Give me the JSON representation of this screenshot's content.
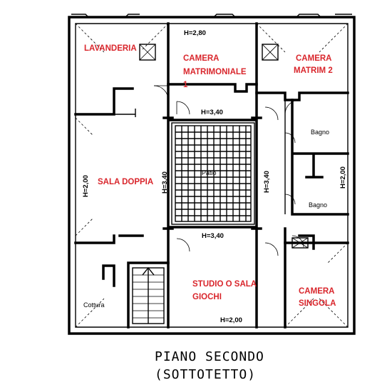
{
  "rooms": {
    "lavanderia": "LAVANDERIA",
    "camera_matrimoniale_1": [
      "CAMERA",
      "MATRIMONIALE",
      "1"
    ],
    "camera_matrim_2": [
      "CAMERA",
      "MATRIM 2"
    ],
    "sala_doppia": "SALA DOPPIA",
    "studio": [
      "STUDIO O SALA",
      "GIOCHI"
    ],
    "camera_singola": [
      "CAMERA",
      "SINGOLA"
    ],
    "patio": "Patio",
    "bagno_1": "Bagno",
    "bagno_2": "Bagno",
    "cottura": "Cottura"
  },
  "heights": {
    "h_top": "H=2,80",
    "h_patio_top": "H=3,40",
    "h_patio_bottom": "H=3,40",
    "h_patio_left": "H=3,40",
    "h_patio_right": "H=3,40",
    "h_left": "H=2,00",
    "h_right": "H=2,00",
    "h_bottom": "H=2,00"
  },
  "title": {
    "line1": "PIANO SECONDO",
    "line2": "(SOTTOTETTO)"
  }
}
